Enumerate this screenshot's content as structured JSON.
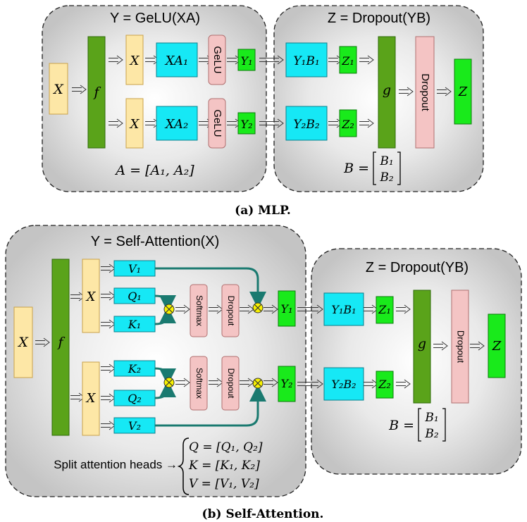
{
  "mlp": {
    "left_title": "Y = GeLU(XA)",
    "right_title": "Z = Dropout(YB)",
    "input": "X",
    "f": "f",
    "x1": "X",
    "x2": "X",
    "xa1": "XA₁",
    "xa2": "XA₂",
    "gelu1": "GeLU",
    "gelu2": "GeLU",
    "y1": "Y₁",
    "y2": "Y₂",
    "yb1": "Y₁B₁",
    "yb2": "Y₂B₂",
    "z1": "Z₁",
    "z2": "Z₂",
    "g": "g",
    "dropout": "Dropout",
    "z": "Z",
    "a_eq": "A = [A₁, A₂]",
    "b_eq_lhs": "B =",
    "b_eq_top": "B₁",
    "b_eq_bot": "B₂",
    "caption": "(a) MLP."
  },
  "attn": {
    "left_title": "Y = Self-Attention(X)",
    "right_title": "Z = Dropout(YB)",
    "input": "X",
    "f": "f",
    "x1": "X",
    "x2": "X",
    "v1": "V₁",
    "q1": "Q₁",
    "k1": "K₁",
    "k2": "K₂",
    "q2": "Q₂",
    "v2": "V₂",
    "softmax1": "Softmax",
    "softmax2": "Softmax",
    "dropout1": "Dropout",
    "dropout2": "Dropout",
    "y1": "Y₁",
    "y2": "Y₂",
    "yb1": "Y₁B₁",
    "yb2": "Y₂B₂",
    "z1": "Z₁",
    "z2": "Z₂",
    "g": "g",
    "dropout": "Dropout",
    "z": "Z",
    "split_label": "Split attention heads →",
    "q_eq": "Q = [Q₁, Q₂]",
    "k_eq": "K = [K₁, K₂]",
    "v_eq": "V = [V₁, V₂]",
    "b_eq_lhs": "B =",
    "b_eq_top": "B₁",
    "b_eq_bot": "B₂",
    "caption": "(b) Self-Attention."
  },
  "colors": {
    "x_fill": "#fde7a6",
    "x_stroke": "#c9a24a",
    "f_fill": "#5aa31a",
    "f_stroke": "#2e6a08",
    "cyan_fill": "#16e8f5",
    "cyan_stroke": "#0a7f8c",
    "pink_fill": "#f4c4c4",
    "pink_stroke": "#b07070",
    "green_fill": "#19ea1b",
    "green_stroke": "#0a7a0a",
    "teal_arrow": "#1a7a70",
    "mult_fill": "#f8f200"
  }
}
